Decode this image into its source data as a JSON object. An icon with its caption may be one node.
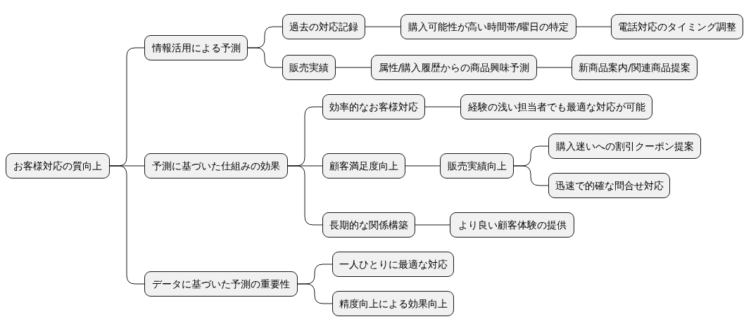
{
  "diagram": {
    "nodes": [
      {
        "text": [
          "お客様対応の質向上"
        ]
      },
      {
        "text": [
          "情報活用による予測"
        ]
      },
      {
        "text": [
          "過去の対応記録"
        ]
      },
      {
        "text": [
          "購入可能性が高い時間帯/曜日の特定"
        ]
      },
      {
        "text": [
          "電話対応のタイミング調整"
        ]
      },
      {
        "text": [
          "販売実績"
        ]
      },
      {
        "text": [
          "属性/購入履歴からの商品興味予測"
        ]
      },
      {
        "text": [
          "新商品案内/関連商品提案"
        ]
      },
      {
        "text": [
          "予測に基づいた仕組みの効果"
        ]
      },
      {
        "text": [
          "効率的なお客様対応"
        ]
      },
      {
        "text": [
          "経験の浅い担当者でも最適な対応が可能"
        ]
      },
      {
        "text": [
          "顧客満足度向上"
        ]
      },
      {
        "text": [
          "販売実績向上"
        ]
      },
      {
        "text": [
          "購入迷いへの割引クーポン提案"
        ]
      },
      {
        "text": [
          "迅速で的確な問合せ対応"
        ]
      },
      {
        "text": [
          "長期的な関係構築"
        ]
      },
      {
        "text": [
          "より良い顧客体験の提供"
        ]
      },
      {
        "text": [
          "データに基づいた予測の重要性"
        ]
      },
      {
        "text": [
          "一人ひとりに最適な対応"
        ]
      },
      {
        "text": [
          "精度向上による効果向上"
        ]
      }
    ],
    "edges": [
      {
        "from": 0,
        "to": 1,
        "arrow": "none"
      },
      {
        "from": 1,
        "to": 2,
        "arrow": "none"
      },
      {
        "from": 2,
        "to": 3,
        "arrow": "none"
      },
      {
        "from": 3,
        "to": 4,
        "arrow": "none"
      },
      {
        "from": 1,
        "to": 5,
        "arrow": "none"
      },
      {
        "from": 5,
        "to": 6,
        "arrow": "none"
      },
      {
        "from": 6,
        "to": 7,
        "arrow": "none"
      },
      {
        "from": 0,
        "to": 8,
        "arrow": "none"
      },
      {
        "from": 8,
        "to": 9,
        "arrow": "none"
      },
      {
        "from": 9,
        "to": 10,
        "arrow": "none"
      },
      {
        "from": 8,
        "to": 11,
        "arrow": "none"
      },
      {
        "from": 11,
        "to": 12,
        "arrow": "none"
      },
      {
        "from": 12,
        "to": 13,
        "arrow": "none"
      },
      {
        "from": 12,
        "to": 14,
        "arrow": "none"
      },
      {
        "from": 8,
        "to": 15,
        "arrow": "none"
      },
      {
        "from": 15,
        "to": 16,
        "arrow": "none"
      },
      {
        "from": 0,
        "to": 17,
        "arrow": "none"
      },
      {
        "from": 17,
        "to": 18,
        "arrow": "none"
      },
      {
        "from": 17,
        "to": 19,
        "arrow": "none"
      }
    ]
  }
}
